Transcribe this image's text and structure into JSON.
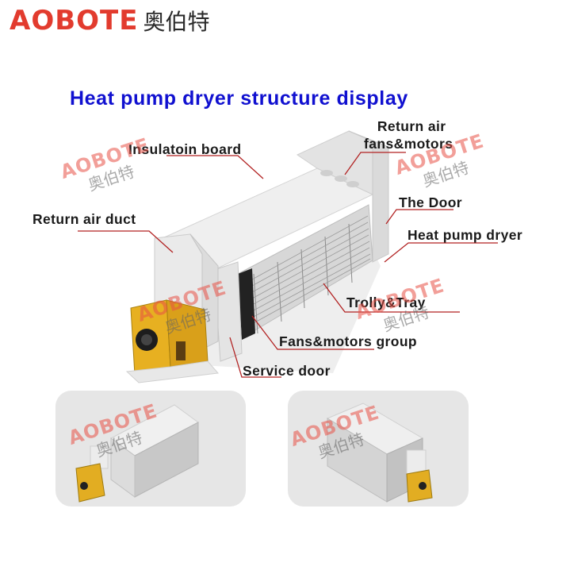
{
  "header": {
    "brand_en": "AOBOTE",
    "brand_cn": "奥伯特",
    "brand_color": "#e23b2e",
    "brand_accent": "#f2b400"
  },
  "diagram": {
    "title": "Heat pump dryer structure display",
    "title_color": "#1010d0",
    "leader_color": "#b22222",
    "labels": {
      "return_air_fans_line1": "Return air",
      "return_air_fans_line2": "fans&motors",
      "insulation_board": "Insulatoin board",
      "return_air_duct": "Return air duct",
      "the_door": "The Door",
      "heat_pump_dryer": "Heat pump dryer",
      "trolly_tray": "Trolly&Tray",
      "fans_motors_group": "Fans&motors group",
      "service_door": "Service door"
    }
  },
  "watermark": {
    "en": "AOBOTE",
    "cn": "奥伯特"
  },
  "thumbnails": [
    {
      "name": "dryer-view-left"
    },
    {
      "name": "dryer-view-right"
    }
  ]
}
